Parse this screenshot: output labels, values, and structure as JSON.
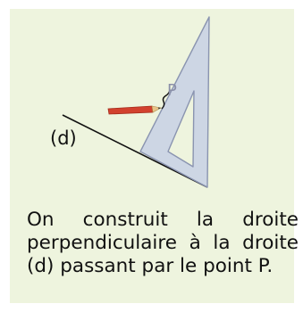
{
  "figure": {
    "line_label": "(d)",
    "point_label": "P"
  },
  "caption": {
    "text": "On construit la droite perpendiculaire à la droite (d) passant par le point P."
  },
  "colors": {
    "panel_background": "#eef4de",
    "set_square_fill": "#c9d3e4",
    "set_square_stroke": "#8a94b0",
    "pencil_body": "#d2412e",
    "pencil_tip": "#e8c48a",
    "line_color": "#111111"
  }
}
